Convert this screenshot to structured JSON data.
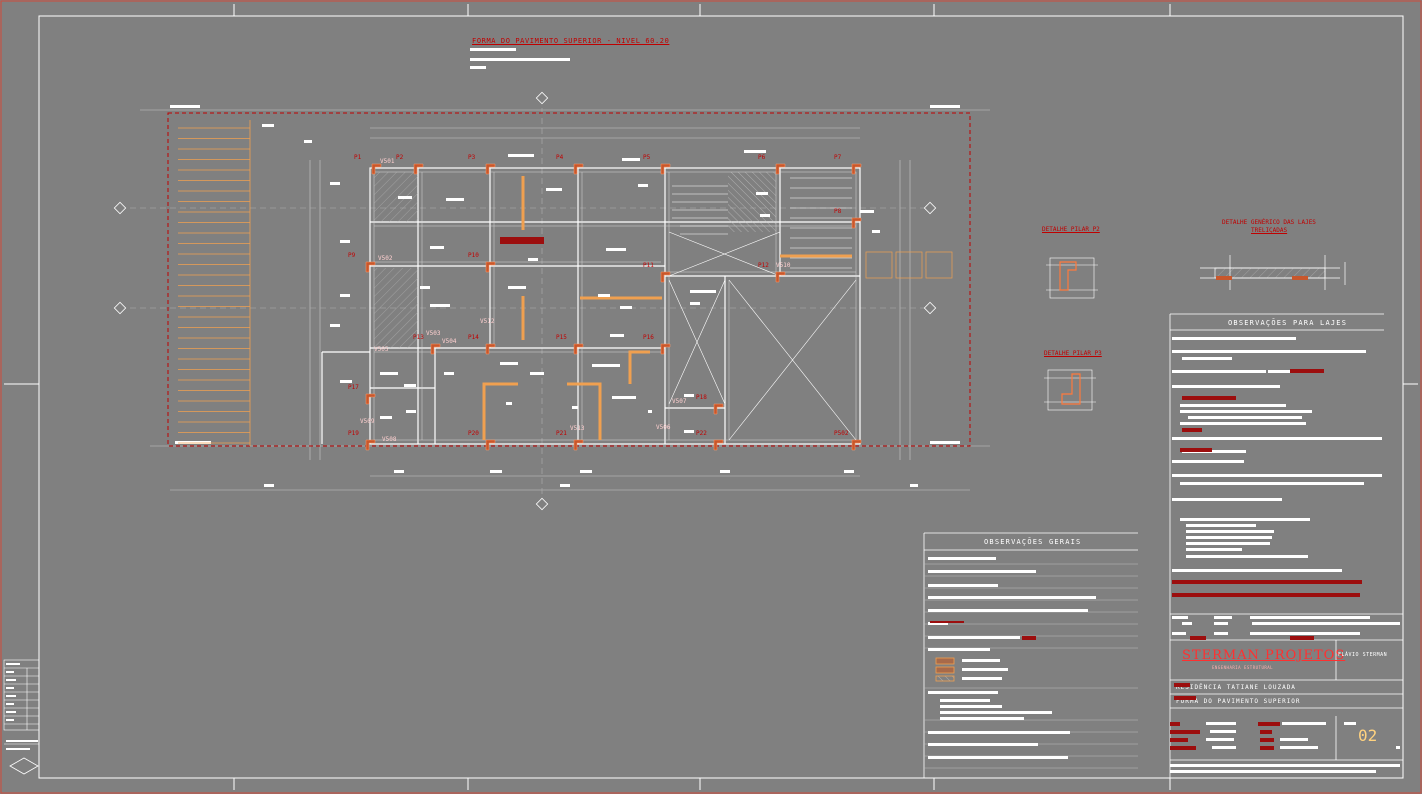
{
  "colors": {
    "background": "#808080",
    "line": "#ffffff",
    "accent": "#c00000",
    "orange": "#f0a050",
    "brand": "#ff3030",
    "sheet_number": "#ffd27f"
  },
  "drawing": {
    "title": "FORMA DO PAVIMENTO SUPERIOR - NIVEL 60.20",
    "detail_slab_title_1": "DETALHE GENÉRICO DAS LAJES",
    "detail_slab_title_2": "TRELIÇADAS",
    "detail_pillar_a": "DETALHE PILAR P2",
    "detail_pillar_b": "DETALHE PILAR P3",
    "pillars": [
      {
        "label": "P1"
      },
      {
        "label": "P2"
      },
      {
        "label": "P3"
      },
      {
        "label": "P4"
      },
      {
        "label": "P5"
      },
      {
        "label": "P6"
      },
      {
        "label": "P7"
      },
      {
        "label": "P8"
      },
      {
        "label": "P9"
      },
      {
        "label": "P10"
      },
      {
        "label": "P11"
      },
      {
        "label": "P12"
      },
      {
        "label": "P13"
      },
      {
        "label": "P14"
      },
      {
        "label": "P15"
      },
      {
        "label": "P16"
      },
      {
        "label": "P17"
      },
      {
        "label": "P18"
      },
      {
        "label": "P19"
      },
      {
        "label": "P20"
      },
      {
        "label": "P21"
      },
      {
        "label": "P22"
      },
      {
        "label": "P502"
      }
    ],
    "beams": [
      {
        "label": "V501"
      },
      {
        "label": "V502"
      },
      {
        "label": "V503"
      },
      {
        "label": "V504"
      },
      {
        "label": "V505"
      },
      {
        "label": "V506"
      },
      {
        "label": "V507"
      },
      {
        "label": "V508"
      },
      {
        "label": "V509"
      },
      {
        "label": "V510"
      },
      {
        "label": "V512"
      },
      {
        "label": "V513"
      }
    ]
  },
  "notes": {
    "lajes_heading": "OBSERVAÇÕES PARA LAJES",
    "gerais_heading": "OBSERVAÇÕES GERAIS"
  },
  "title_block": {
    "company": "STERMAN PROJETOS",
    "company_sub": "ENGENHARIA ESTRUTURAL",
    "engineer": "FLÁVIO STERMAN",
    "project": "RESIDÊNCIA TATIANE LOUZADA",
    "sheet_title": "FORMA DO PAVIMENTO SUPERIOR",
    "sheet_number": "02"
  }
}
